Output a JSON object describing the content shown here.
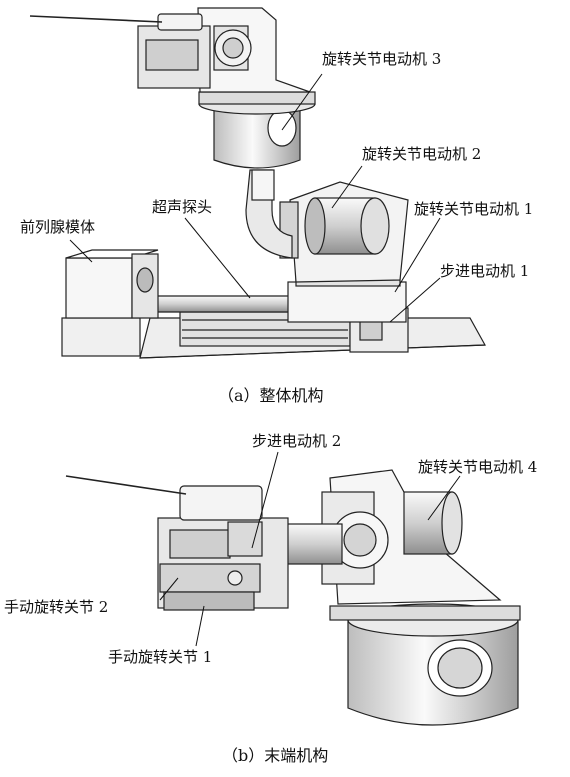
{
  "panel_a": {
    "caption": "（a）整体机构",
    "labels": {
      "rotary_motor_3": "旋转关节电动机 3",
      "rotary_motor_2": "旋转关节电动机 2",
      "rotary_motor_1": "旋转关节电动机 1",
      "stepper_motor_1": "步进电动机 1",
      "ultrasound_probe": "超声探头",
      "prostate_phantom": "前列腺模体"
    }
  },
  "panel_b": {
    "caption": "（b）末端机构",
    "labels": {
      "stepper_motor_2": "步进电动机 2",
      "rotary_motor_4": "旋转关节电动机 4",
      "manual_joint_2": "手动旋转关节 2",
      "manual_joint_1": "手动旋转关节 1"
    }
  },
  "colors": {
    "line": "#222222",
    "fill_light": "#f4f4f4",
    "fill_mid": "#d8d8d8",
    "fill_dark": "#9a9a9a"
  }
}
